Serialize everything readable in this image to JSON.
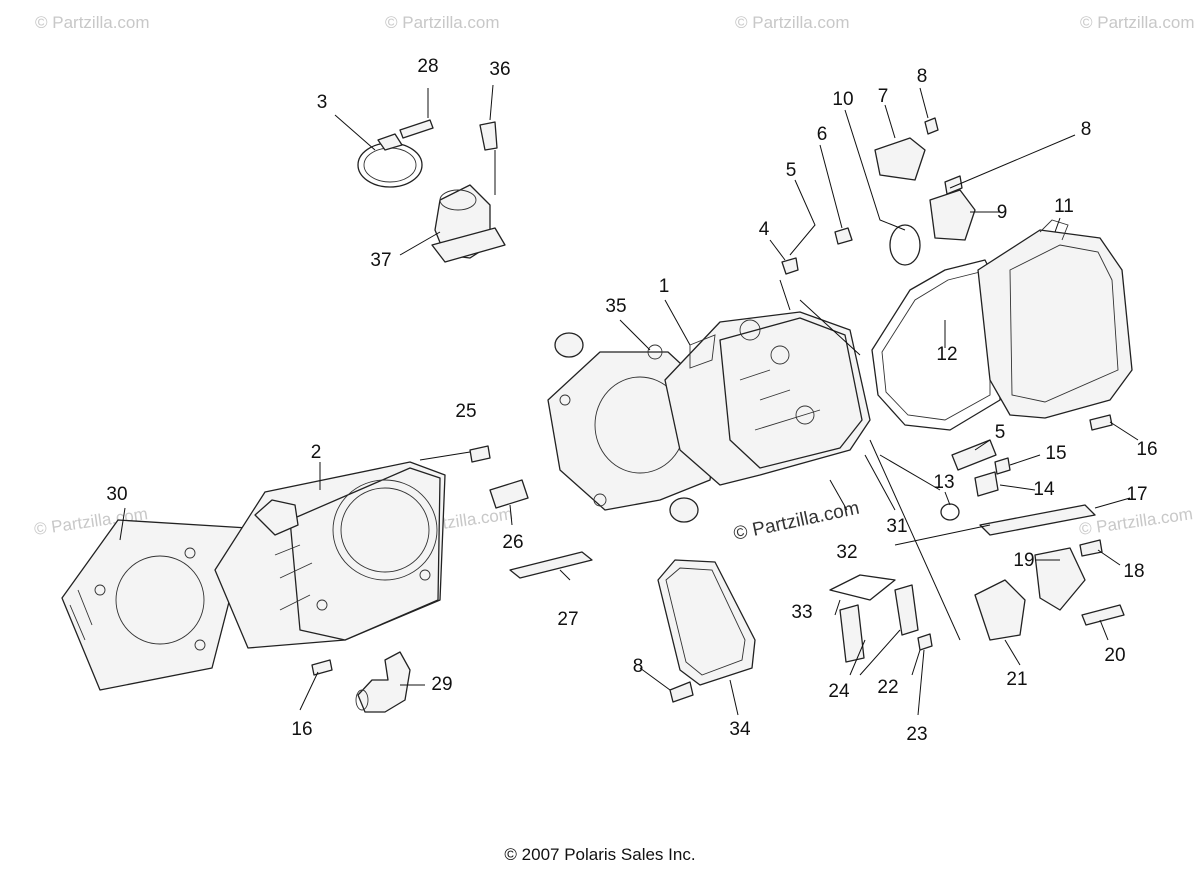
{
  "watermarks": {
    "corner": "© Partzilla.com",
    "center": "© Partzilla.com"
  },
  "footer": {
    "copyright": "© 2007  Polaris Sales Inc."
  },
  "callouts": {
    "c1": "1",
    "c2": "2",
    "c3": "3",
    "c4": "4",
    "c5a": "5",
    "c5b": "5",
    "c6": "6",
    "c7": "7",
    "c8a": "8",
    "c8b": "8",
    "c8c": "8",
    "c9": "9",
    "c10": "10",
    "c11": "11",
    "c12": "12",
    "c13": "13",
    "c14": "14",
    "c15": "15",
    "c16a": "16",
    "c16b": "16",
    "c17": "17",
    "c18": "18",
    "c19": "19",
    "c20": "20",
    "c21": "21",
    "c22": "22",
    "c23": "23",
    "c24": "24",
    "c25": "25",
    "c26": "26",
    "c27": "27",
    "c28": "28",
    "c29": "29",
    "c30": "30",
    "c31": "31",
    "c32": "32",
    "c33": "33",
    "c34": "34",
    "c35": "35",
    "c36": "36",
    "c37": "37"
  }
}
